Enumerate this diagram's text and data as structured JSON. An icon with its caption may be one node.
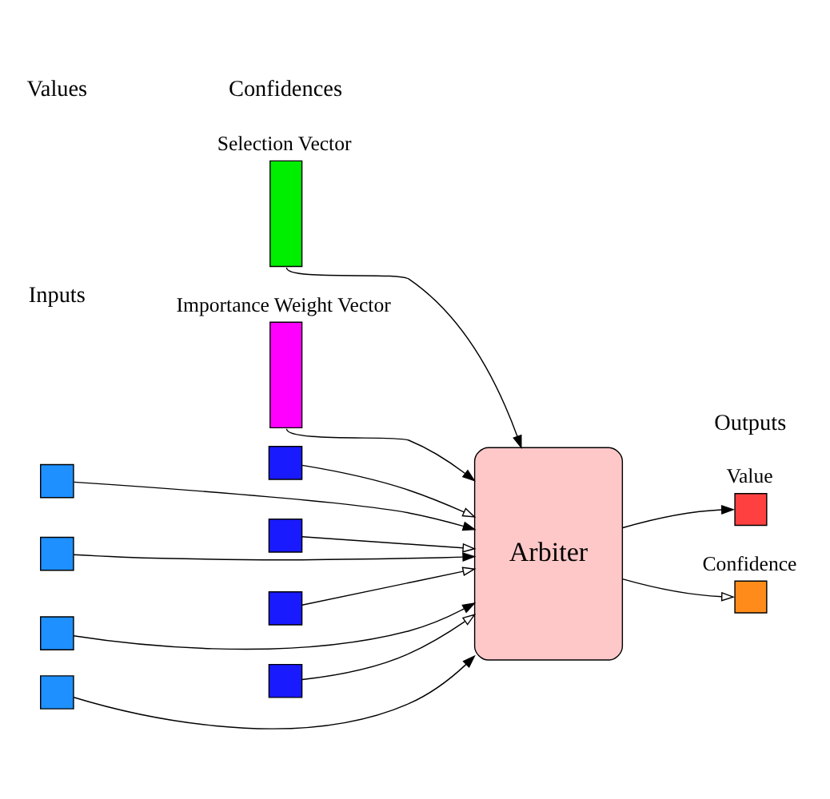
{
  "diagram": {
    "nodes": [
      {
        "text": [],
        "shape": "box",
        "beside": [
          "Selection Vector"
        ]
      },
      {
        "text": [],
        "shape": "box",
        "beside": [
          "Importance Weight Vector"
        ]
      },
      {
        "text": [],
        "shape": "box"
      },
      {
        "text": [],
        "shape": "box"
      },
      {
        "text": [],
        "shape": "box"
      },
      {
        "text": [],
        "shape": "box"
      },
      {
        "text": [],
        "shape": "box"
      },
      {
        "text": [],
        "shape": "box"
      },
      {
        "text": [],
        "shape": "box"
      },
      {
        "text": [],
        "shape": "box"
      },
      {
        "text": [
          "Arbiter"
        ]
      },
      {
        "text": [],
        "shape": "box",
        "beside": [
          "Value"
        ]
      },
      {
        "text": [],
        "shape": "box",
        "beside": [
          "Confidence"
        ]
      }
    ],
    "edges": [
      {
        "from": 0,
        "to": 10,
        "arrow": "to"
      },
      {
        "from": 1,
        "to": 10,
        "arrow": "to"
      },
      {
        "from": 2,
        "to": 10,
        "arrow": "to"
      },
      {
        "from": 6,
        "to": 10,
        "arrow": "to"
      },
      {
        "from": 3,
        "to": 10,
        "arrow": "to"
      },
      {
        "from": 7,
        "to": 10,
        "arrow": "to"
      },
      {
        "from": 4,
        "to": 10,
        "arrow": "to"
      },
      {
        "from": 8,
        "to": 10,
        "arrow": "to"
      },
      {
        "from": 5,
        "to": 10,
        "arrow": "to"
      },
      {
        "from": 9,
        "to": 10,
        "arrow": "to"
      },
      {
        "from": 10,
        "to": 11,
        "arrow": "to"
      },
      {
        "from": 10,
        "to": 12,
        "arrow": "to"
      }
    ],
    "labels": [
      "Inputs",
      "Values",
      "Confidences",
      "Outputs"
    ]
  }
}
